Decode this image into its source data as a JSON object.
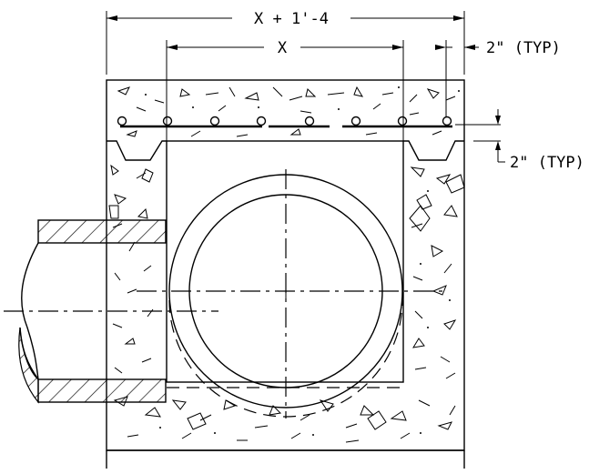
{
  "dimensions": {
    "overall_width": "X + 1'-4",
    "opening_width": "X",
    "typ_top": "2\" (TYP)",
    "typ_side": "2\" (TYP)"
  }
}
